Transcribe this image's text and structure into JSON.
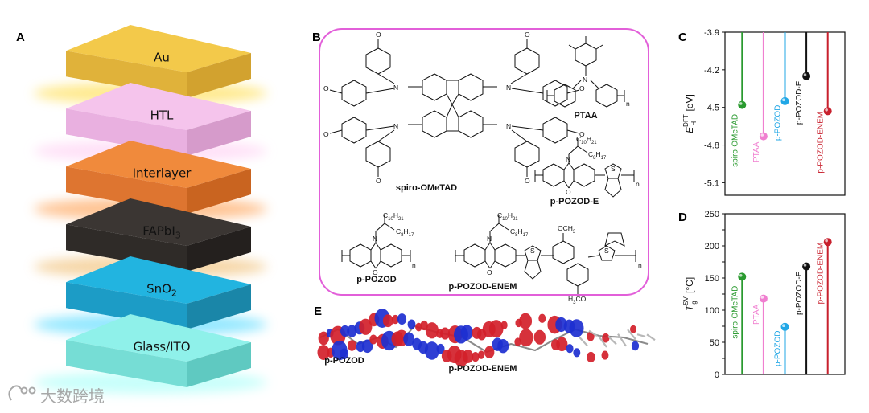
{
  "panel_labels": {
    "a": "A",
    "b": "B",
    "c": "C",
    "d": "D",
    "e": "E"
  },
  "layers": [
    {
      "label": "Au",
      "top": "#f3c94a",
      "side": "#d2a22f",
      "front": "#e0b23a",
      "glow": "#ffe36a"
    },
    {
      "label": "HTL",
      "top": "#f5c4ec",
      "side": "#d69bcb",
      "front": "#e9b0e0",
      "glow": "#ffd7f5"
    },
    {
      "label": "Interlayer",
      "top": "#f08a3c",
      "side": "#c96420",
      "front": "#de7530",
      "glow": "#ffb070"
    },
    {
      "label": "FAPbI",
      "sub": "3",
      "top": "#3b3633",
      "side": "#24201e",
      "front": "#2f2b28",
      "glow": "#f3c98a"
    },
    {
      "label": "SnO",
      "sub": "2",
      "top": "#22b4e0",
      "side": "#1a86a8",
      "front": "#1c9cc6",
      "glow": "#6fe0ff"
    },
    {
      "label": "Glass/ITO",
      "top": "#8ff1ea",
      "side": "#5fc9c1",
      "front": "#76ddd5",
      "glow": "#b5fff9"
    }
  ],
  "structures": {
    "spiro": "spiro-OMeTAD",
    "ptaa": "PTAA",
    "pozod_e": "p-POZOD-E",
    "pozod": "p-POZOD",
    "pozod_enem": "p-POZOD-ENEM",
    "atoms": {
      "N": "N",
      "O": "O",
      "S": "S",
      "n": "n",
      "c10": "C",
      "c10sub": "10",
      "c10h": "H",
      "c10hsub": "21",
      "c8": "C",
      "c8sub": "8",
      "c8h": "H",
      "c8hsub": "17",
      "och3": "OCH",
      "och3sub": "3",
      "h3co": "H",
      "h3cosub": "3",
      "h3co2": "CO"
    }
  },
  "orbitals": {
    "label1": "p-POZOD",
    "label2": "p-POZOD-ENEM"
  },
  "watermark": "大数跨境",
  "colors": {
    "frame": "#e25fd9",
    "green": "#2a9a2f",
    "pink": "#f07fd0",
    "blue": "#21a7e6",
    "black": "#111111",
    "red": "#c8202d",
    "orb_red": "#d3202a",
    "orb_blue": "#1d2fd0"
  },
  "chart_data": [
    {
      "type": "lollipop",
      "panel": "C",
      "ylabel_main": "E",
      "ylabel_sub": "H",
      "ylabel_sup": "DFT",
      "ylabel_unit": " [eV]",
      "ylim": [
        -5.2,
        -3.9
      ],
      "y_inverted_baseline": "top",
      "yticks": [
        -3.9,
        -4.2,
        -4.5,
        -4.8,
        -5.1
      ],
      "ytick_labels": [
        "-3.9",
        "-4.2",
        "-4.5",
        "-4.8",
        "-5.1"
      ],
      "categories": [
        "spiro-OMeTAD",
        "PTAA",
        "p-POZOD",
        "p-POZOD-E",
        "p-POZOD-ENEM"
      ],
      "values": [
        -4.48,
        -4.73,
        -4.45,
        -4.25,
        -4.53
      ],
      "colors": [
        "#2a9a2f",
        "#f07fd0",
        "#21a7e6",
        "#111111",
        "#c8202d"
      ]
    },
    {
      "type": "lollipop",
      "panel": "D",
      "ylabel_main": "T",
      "ylabel_sub": "g",
      "ylabel_sup": "SV",
      "ylabel_unit": " [°C]",
      "ylim": [
        0,
        250
      ],
      "yticks": [
        0,
        25,
        50,
        75,
        100,
        125,
        150,
        175,
        200,
        225,
        250
      ],
      "ytick_labels": [
        "0",
        "",
        "50",
        "",
        "100",
        "",
        "150",
        "",
        "200",
        "",
        "250"
      ],
      "categories": [
        "spiro-OMeTAD",
        "PTAA",
        "p-POZOD",
        "p-POZOD-E",
        "p-POZOD-ENEM"
      ],
      "values": [
        152,
        118,
        74,
        168,
        206
      ],
      "colors": [
        "#2a9a2f",
        "#f07fd0",
        "#21a7e6",
        "#111111",
        "#c8202d"
      ]
    }
  ]
}
